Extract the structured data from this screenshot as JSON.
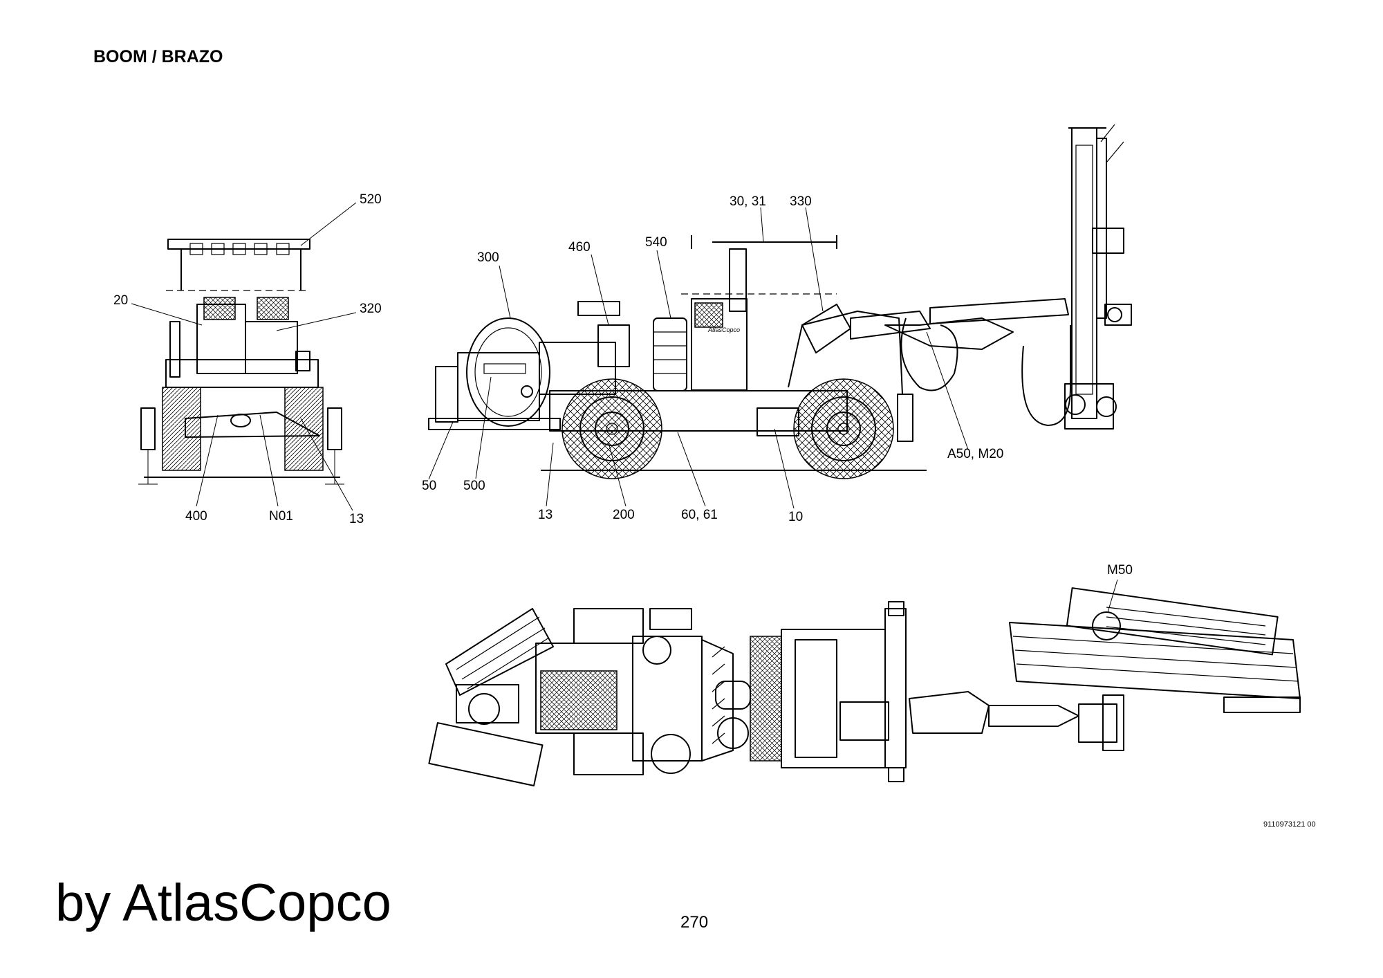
{
  "header": {
    "title": "BOOM / BRAZO"
  },
  "footer": {
    "brand": "by AtlasCopco",
    "page_number": "270"
  },
  "drawing_number": "9110973121 00",
  "front_view": {
    "callouts": [
      "520",
      "20",
      "320",
      "400",
      "N01",
      "13"
    ]
  },
  "side_view": {
    "callouts": [
      "30, 31",
      "330",
      "300",
      "460",
      "540",
      "A50, M20",
      "50",
      "500",
      "13",
      "200",
      "60, 61",
      "10"
    ],
    "logo_text": "AtlasCopco"
  },
  "top_view": {
    "callouts": [
      "M50"
    ]
  }
}
